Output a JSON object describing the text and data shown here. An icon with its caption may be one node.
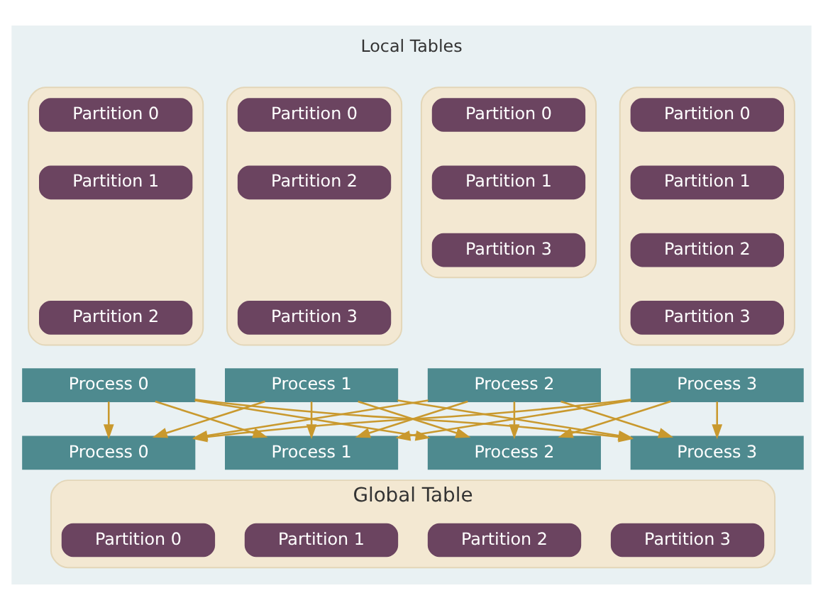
{
  "diagram": {
    "nodes": [
      {
        "text": [],
        "shape": "box"
      },
      {
        "text": [
          "Partition 0"
        ],
        "in": 0
      },
      {
        "text": [
          "Partition 1"
        ],
        "in": 0
      },
      {
        "text": [
          "Partition 2"
        ],
        "in": 0
      },
      {
        "text": [],
        "shape": "box"
      },
      {
        "text": [
          "Partition 0"
        ],
        "in": 4
      },
      {
        "text": [
          "Partition 2"
        ],
        "in": 4
      },
      {
        "text": [
          "Partition 3"
        ],
        "in": 4
      },
      {
        "text": [],
        "shape": "box"
      },
      {
        "text": [
          "Partition 0"
        ],
        "in": 8
      },
      {
        "text": [
          "Partition 1"
        ],
        "in": 8
      },
      {
        "text": [
          "Partition 3"
        ],
        "in": 8
      },
      {
        "text": [],
        "shape": "box"
      },
      {
        "text": [
          "Partition 0"
        ],
        "in": 12
      },
      {
        "text": [
          "Partition 1"
        ],
        "in": 12
      },
      {
        "text": [
          "Partition 2"
        ],
        "in": 12
      },
      {
        "text": [
          "Partition 3"
        ],
        "in": 12
      },
      {
        "text": [
          "Process 0"
        ]
      },
      {
        "text": [
          "Process 1"
        ]
      },
      {
        "text": [
          "Process 2"
        ]
      },
      {
        "text": [
          "Process 3"
        ]
      },
      {
        "text": [
          "Process 0"
        ]
      },
      {
        "text": [
          "Process 1"
        ]
      },
      {
        "text": [
          "Process 2"
        ]
      },
      {
        "text": [
          "Process 3"
        ]
      },
      {
        "text": [
          "Global Table"
        ]
      },
      {
        "text": [
          "Partition 0"
        ],
        "in": 25
      },
      {
        "text": [
          "Partition 1"
        ],
        "in": 25
      },
      {
        "text": [
          "Partition 2"
        ],
        "in": 25
      },
      {
        "text": [
          "Partition 3"
        ],
        "in": 25
      }
    ],
    "edges": [
      {
        "from": 17,
        "to": 21,
        "arrow": "to"
      },
      {
        "from": 17,
        "to": 22,
        "arrow": "to"
      },
      {
        "from": 17,
        "to": 23,
        "arrow": "to"
      },
      {
        "from": 17,
        "to": 24,
        "arrow": "to"
      },
      {
        "from": 18,
        "to": 21,
        "arrow": "to"
      },
      {
        "from": 18,
        "to": 22,
        "arrow": "to"
      },
      {
        "from": 18,
        "to": 23,
        "arrow": "to"
      },
      {
        "from": 18,
        "to": 24,
        "arrow": "to"
      },
      {
        "from": 19,
        "to": 21,
        "arrow": "to"
      },
      {
        "from": 19,
        "to": 22,
        "arrow": "to"
      },
      {
        "from": 19,
        "to": 23,
        "arrow": "to"
      },
      {
        "from": 19,
        "to": 24,
        "arrow": "to"
      },
      {
        "from": 20,
        "to": 21,
        "arrow": "to"
      },
      {
        "from": 20,
        "to": 22,
        "arrow": "to"
      },
      {
        "from": 20,
        "to": 23,
        "arrow": "to"
      },
      {
        "from": 20,
        "to": 24,
        "arrow": "to"
      }
    ],
    "labels": [
      "Local Tables"
    ]
  }
}
